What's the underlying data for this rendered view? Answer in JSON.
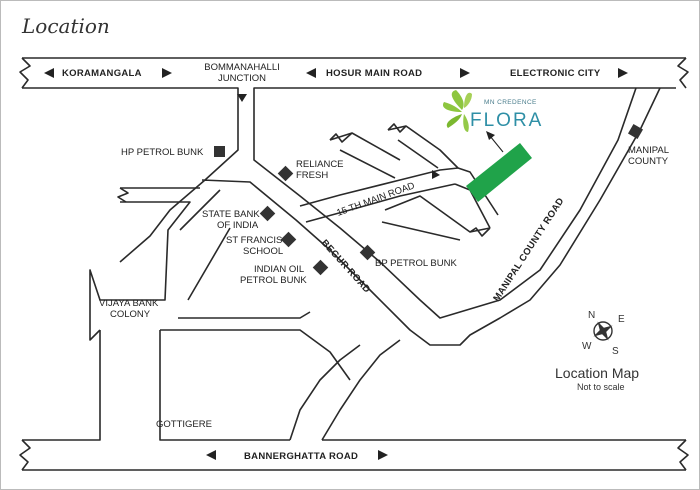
{
  "title": "Location",
  "brand": {
    "small": "MN CREDENCE",
    "name": "FLORA",
    "color": "#2e8fa6",
    "leaf_color": "#8dc63f"
  },
  "site_color": "#20a34a",
  "roads": {
    "koramangala": "KORAMANGALA",
    "hosur_main_road": "HOSUR MAIN ROAD",
    "electronic_city": "ELECTRONIC CITY",
    "bannerghatta_road": "BANNERGHATTA ROAD",
    "begur_road": "BEGUR ROAD",
    "fifteenth_main_road": "15 TH MAIN ROAD",
    "manipal_county_road": "MANIPAL COUNTY ROAD"
  },
  "places": {
    "bommanahalli_junction": [
      "BOMMANAHALLI",
      "JUNCTION"
    ],
    "hp_petrol_bunk": "HP PETROL BUNK",
    "reliance_fresh": [
      "RELIANCE",
      "FRESH"
    ],
    "state_bank": [
      "STATE BANK",
      "OF INDIA"
    ],
    "st_francis": [
      "ST FRANCIS",
      "SCHOOL"
    ],
    "indian_oil": [
      "INDIAN OIL",
      "PETROL BUNK"
    ],
    "bp_petrol_bunk": "BP PETROL BUNK",
    "vijaya_bank_colony": [
      "VIJAYA BANK",
      "COLONY"
    ],
    "gottigere": "GOTTIGERE",
    "manipal_county": [
      "MANIPAL",
      "COUNTY"
    ]
  },
  "legend": {
    "title": "Location Map",
    "subtitle": "Not to scale"
  },
  "compass": {
    "n": "N",
    "e": "E",
    "s": "S",
    "w": "W"
  }
}
